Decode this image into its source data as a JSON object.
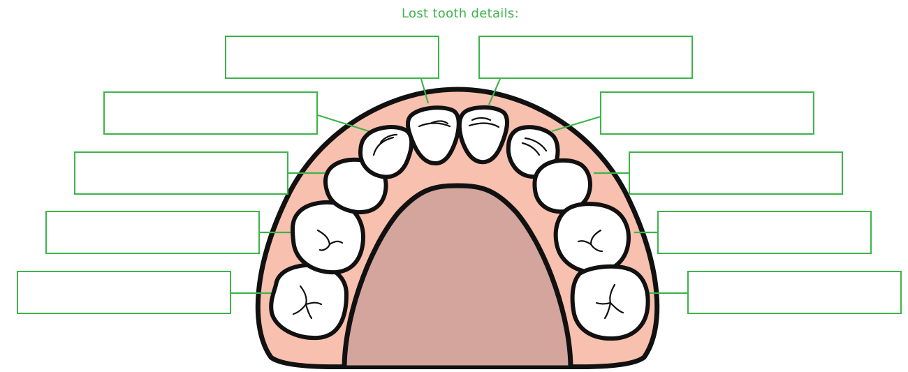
{
  "title": "Lost tooth details:",
  "colors": {
    "accent": "#3cb44a",
    "gum": "#f8c0ae",
    "palate": "#d4a59d",
    "tooth": "#ffffff",
    "outline": "#111111"
  },
  "fields": [
    {
      "name": "tooth-field-upper-left-front",
      "value": ""
    },
    {
      "name": "tooth-field-upper-right-front",
      "value": ""
    },
    {
      "name": "tooth-field-left-2",
      "value": ""
    },
    {
      "name": "tooth-field-right-2",
      "value": ""
    },
    {
      "name": "tooth-field-left-3",
      "value": ""
    },
    {
      "name": "tooth-field-right-3",
      "value": ""
    },
    {
      "name": "tooth-field-left-4",
      "value": ""
    },
    {
      "name": "tooth-field-right-4",
      "value": ""
    },
    {
      "name": "tooth-field-left-5",
      "value": ""
    },
    {
      "name": "tooth-field-right-5",
      "value": ""
    }
  ]
}
